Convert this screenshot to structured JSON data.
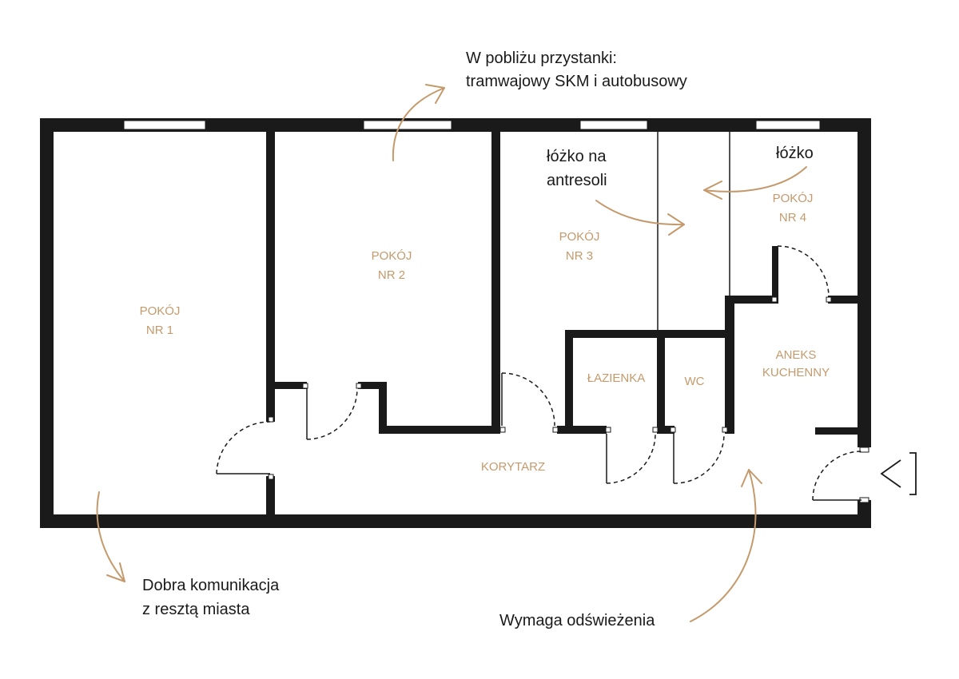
{
  "colors": {
    "wall": "#1a1a1a",
    "label": "#c49a6c",
    "arrow": "#c49a6c",
    "text": "#1a1a1a"
  },
  "rooms": {
    "room1": {
      "line1": "POKÓJ",
      "line2": "NR 1"
    },
    "room2": {
      "line1": "POKÓJ",
      "line2": "NR 2"
    },
    "room3": {
      "line1": "POKÓJ",
      "line2": "NR 3"
    },
    "room4": {
      "line1": "POKÓJ",
      "line2": "NR 4"
    },
    "bathroom": {
      "line1": "ŁAZIENKA"
    },
    "wc": {
      "line1": "WC"
    },
    "kitchen": {
      "line1": "ANEKS",
      "line2": "KUCHENNY"
    },
    "corridor": {
      "line1": "KORYTARZ"
    }
  },
  "annotations": {
    "transport": {
      "line1": "W pobliżu przystanki:",
      "line2": "tramwajowy SKM i autobusowy"
    },
    "mezzanine": {
      "line1": "łóżko na",
      "line2": "antresoli"
    },
    "bed": {
      "line1": "łóżko"
    },
    "communication": {
      "line1": "Dobra komunikacja",
      "line2": "z resztą miasta"
    },
    "refresh": {
      "line1": "Wymaga odświeżenia"
    }
  },
  "icons": {
    "entrance": "entrance-arrow-icon"
  }
}
